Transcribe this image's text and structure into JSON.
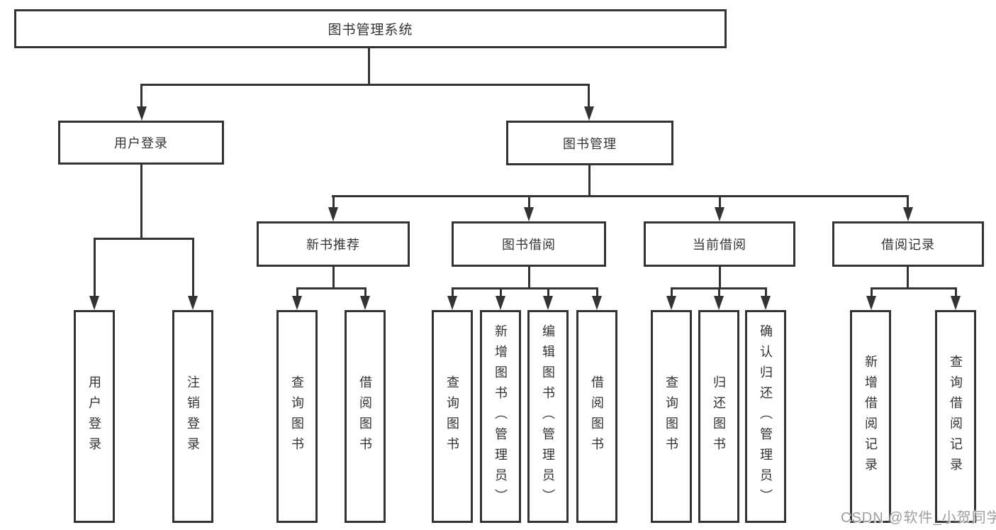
{
  "colors": {
    "line": "#333333",
    "box_border": "#333333",
    "text": "#333333",
    "background": "#ffffff",
    "watermark": "#9e9e9e"
  },
  "tree": {
    "root": {
      "label": "图书管理系统"
    },
    "level2": [
      {
        "label": "用户登录",
        "children": [
          {
            "label": "用户登录"
          },
          {
            "label": "注销登录"
          }
        ]
      },
      {
        "label": "图书管理",
        "children": [
          {
            "label": "新书推荐",
            "children": [
              {
                "label": "查询图书"
              },
              {
                "label": "借阅图书"
              }
            ]
          },
          {
            "label": "图书借阅",
            "children": [
              {
                "label": "查询图书"
              },
              {
                "label": "新增图书（管理员）"
              },
              {
                "label": "编辑图书（管理员）"
              },
              {
                "label": "借阅图书"
              }
            ]
          },
          {
            "label": "当前借阅",
            "children": [
              {
                "label": "查询图书"
              },
              {
                "label": "归还图书"
              },
              {
                "label": "确认归还（管理员）"
              }
            ]
          },
          {
            "label": "借阅记录",
            "children": [
              {
                "label": "新增借阅记录"
              },
              {
                "label": "查询借阅记录"
              }
            ]
          }
        ]
      }
    ]
  },
  "watermark": {
    "text": "CSDN @软件_小贺同学"
  }
}
